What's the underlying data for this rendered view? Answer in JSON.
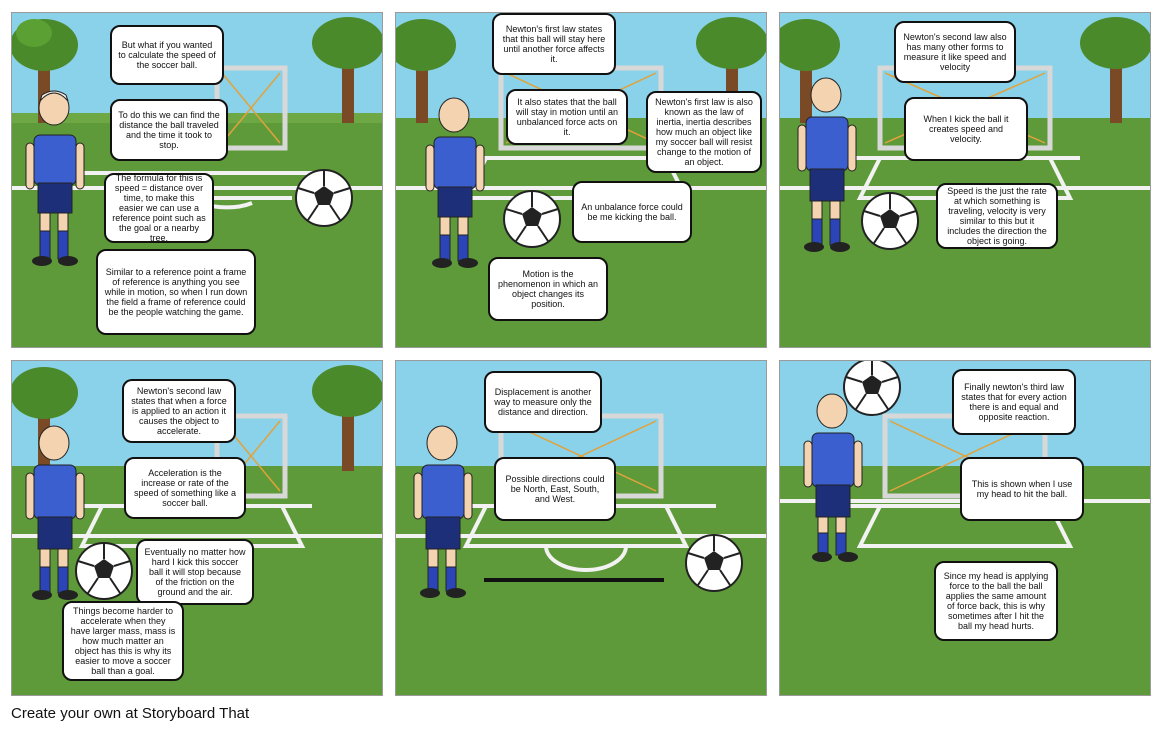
{
  "footer": {
    "text": "Create your own at Storyboard That"
  },
  "panels": [
    {
      "bubbles": [
        "But what if you wanted to calculate the speed of the soccer ball.",
        "To do this we can find the distance the ball traveled and the time it took to stop.",
        "The formula for this is speed = distance over time, to make this easier we can use a reference point such as the goal or a nearby tree.",
        "Similar to a reference point a frame of reference is anything you see while in motion, so when I run down the field a frame of reference could be the people watching the game."
      ]
    },
    {
      "bubbles": [
        "Newton's first law states that this ball will stay here until another force affects it.",
        "It also states that the ball will stay in motion until an unbalanced force acts on it.",
        "Newton's first law is also known as the law of inertia, inertia describes how much an object like my soccer ball will resist change to the motion of an object.",
        "An unbalance force could be me kicking the ball.",
        "Motion is the phenomenon in which an object changes its position."
      ]
    },
    {
      "bubbles": [
        "Newton's second law also has many other forms to measure it like speed and velocity",
        "When I kick the ball it creates speed and velocity.",
        "Speed is the just the rate at which something is traveling, velocity is very similar to this but it includes the direction the object is going."
      ]
    },
    {
      "bubbles": [
        "Newton's second law states that when a force is applied to an action it causes the object to accelerate.",
        "Acceleration is the increase or rate of the speed of something like a soccer ball.",
        "Eventually no matter how hard I kick this soccer ball it will stop because of the friction on the ground and the air.",
        "Things become harder to accelerate when they have larger mass, mass is how much matter an object has this is why its easier to move a soccer ball than a goal."
      ]
    },
    {
      "bubbles": [
        "Displacement is another way to measure only the distance and direction.",
        "Possible directions could be North, East, South, and West."
      ]
    },
    {
      "bubbles": [
        "Finally newton's third law states that for every action there is and equal and opposite reaction.",
        "This is shown when I use my head to hit the ball.",
        "Since my head is applying force to the ball the ball applies the same amount of force back, this is why sometimes after I hit the ball my head hurts."
      ]
    }
  ]
}
